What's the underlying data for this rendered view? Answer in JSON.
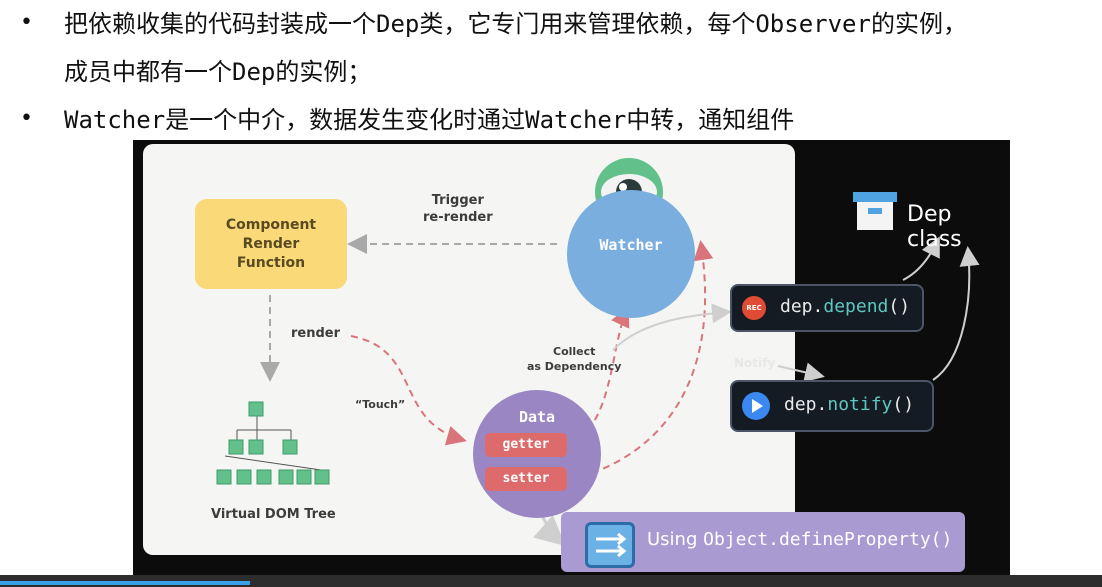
{
  "bullets": [
    {
      "line1_a": "把依赖收集的代码封装成一个",
      "line1_b": "Dep",
      "line1_c": "类，它专门用来管理依赖，每个",
      "line1_d": "Observer",
      "line1_e": "的实例，",
      "line2_a": "成员中都有一个",
      "line2_b": "Dep",
      "line2_c": "的实例；"
    },
    {
      "a": "Watcher",
      "b": "是一个中介，数据发生变化时通过",
      "c": "Watcher",
      "d": "中转，通知组件"
    }
  ],
  "diagram": {
    "component": "Component\nRender\nFunction",
    "trigger": "Trigger\nre-render",
    "watcher": "Watcher",
    "render": "render",
    "touch": "“Touch”",
    "collect": "Collect\nas Dependency",
    "data": "Data",
    "getter": "getter",
    "setter": "setter",
    "vdom": "Virtual DOM Tree",
    "dep_class": "Dep class",
    "rec": "REC",
    "depend_obj": "dep",
    "depend_dot": ".",
    "depend_fn": "depend",
    "depend_paren": "()",
    "notify_label": "Notify",
    "notify_obj": "dep",
    "notify_dot": ".",
    "notify_fn": "notify",
    "notify_paren": "()",
    "using_a": "Using ",
    "using_b": "Object.defineProperty()"
  },
  "colors": {
    "component": "#f9d978",
    "watcher": "#7aaede",
    "data": "#9b86c4",
    "pill": "#dd6b6b",
    "dashed": "#d9747a"
  }
}
